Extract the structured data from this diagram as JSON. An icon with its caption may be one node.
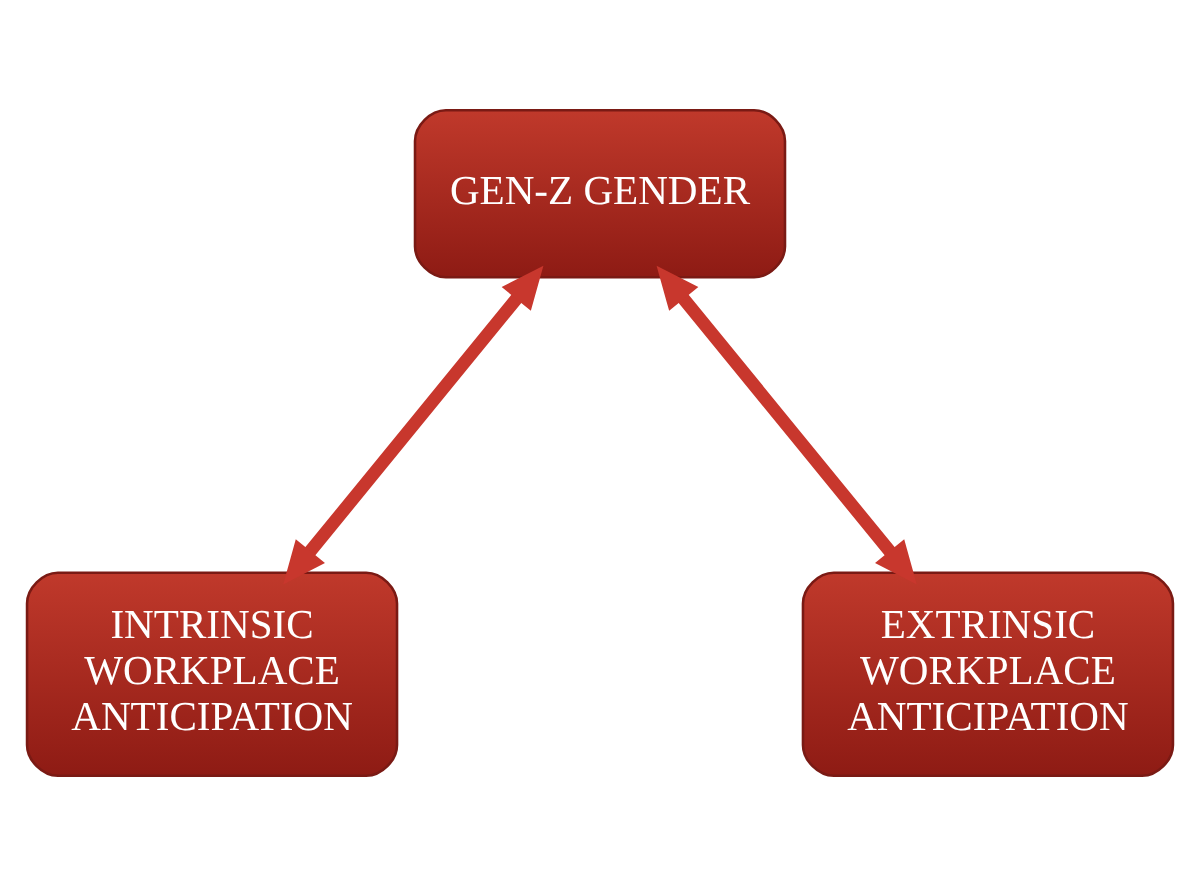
{
  "diagram": {
    "nodes": [
      {
        "text": [
          "GEN-Z GENDER"
        ]
      },
      {
        "text": [
          "INTRINSIC WORKPLACE ANTICIPATION"
        ]
      },
      {
        "text": [
          "EXTRINSIC WORKPLACE ANTICIPATION"
        ]
      }
    ],
    "edges": [
      {
        "from": 0,
        "to": 1,
        "arrow": "both"
      },
      {
        "from": 0,
        "to": 2,
        "arrow": "both"
      }
    ]
  }
}
